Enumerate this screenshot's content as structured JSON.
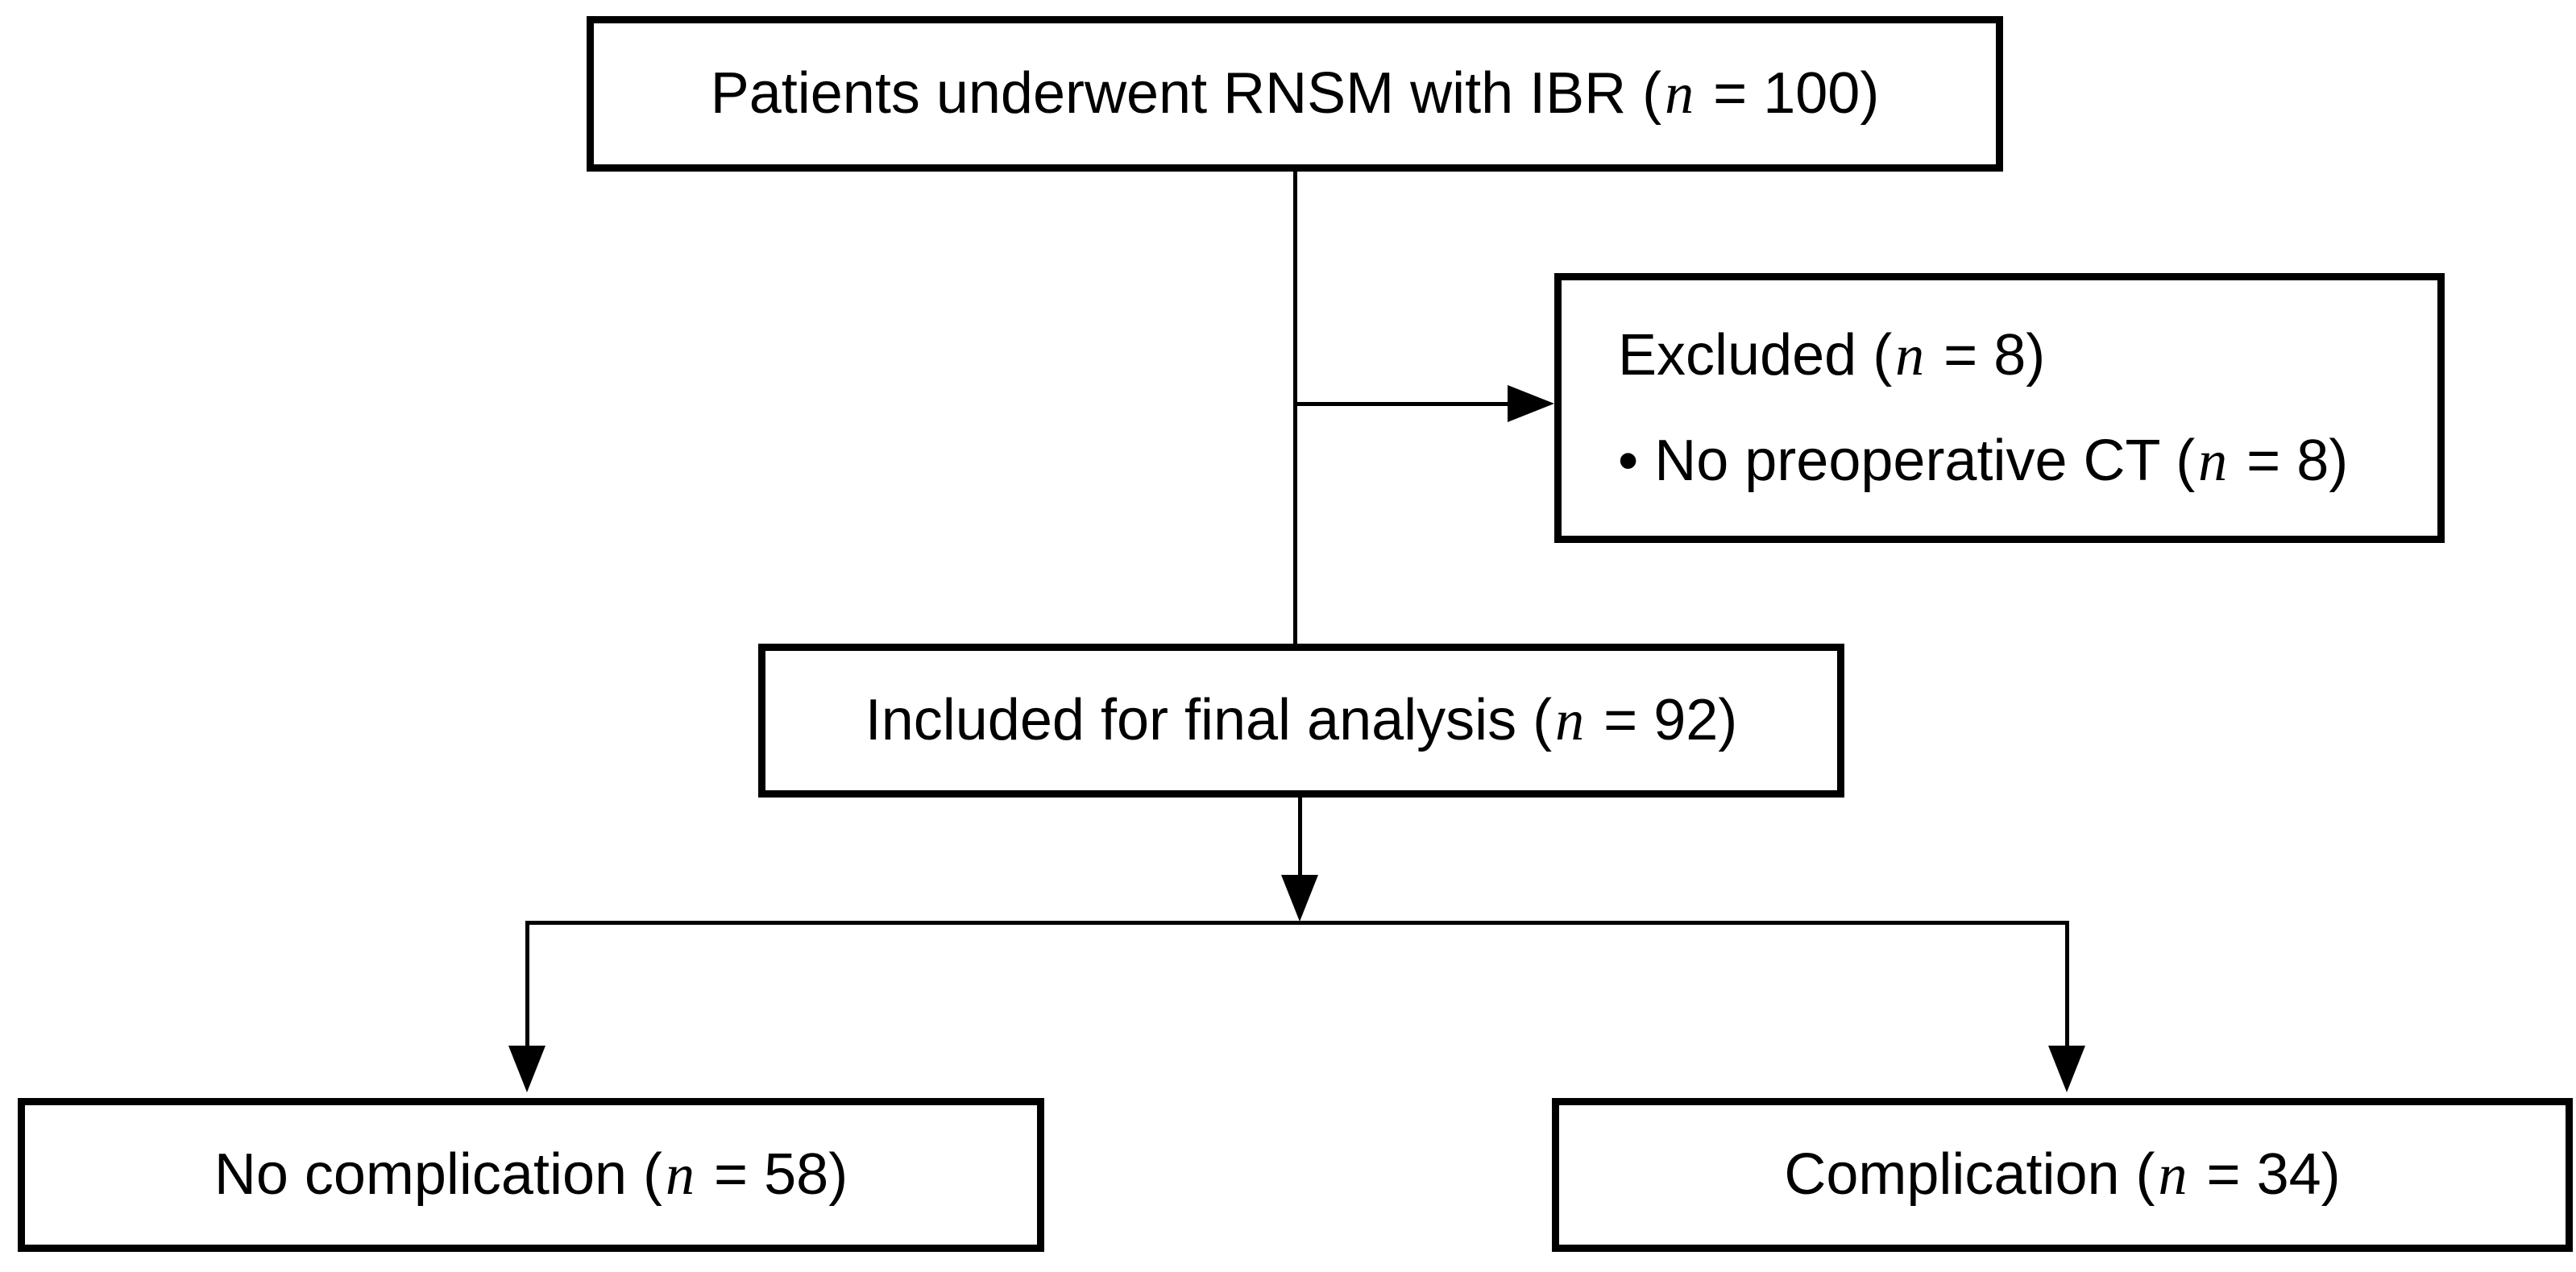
{
  "figure": {
    "type": "patient-flow-diagram",
    "background_color": "#ffffff",
    "line_color": "#000000",
    "text_color": "#000000"
  },
  "boxes": {
    "enrollment": {
      "prefix": "Patients underwent RNSM with IBR (",
      "var": "n",
      "suffix": " = 100)"
    },
    "excluded": {
      "line1": {
        "prefix": "Excluded (",
        "var": "n",
        "suffix": " = 8)"
      },
      "line2": {
        "prefix": "• No preoperative CT (",
        "var": "n",
        "suffix": " = 8)"
      }
    },
    "included": {
      "prefix": "Included for final analysis (",
      "var": "n",
      "suffix": " = 92)"
    },
    "no_complication": {
      "prefix": "No complication (",
      "var": "n",
      "suffix": " = 58)"
    },
    "complication": {
      "prefix": "Complication (",
      "var": "n",
      "suffix": " = 34)"
    }
  },
  "counts": {
    "enrolled": 100,
    "excluded": 8,
    "no_preoperative_ct": 8,
    "included_final_analysis": 92,
    "no_complication": 58,
    "complication": 34
  }
}
